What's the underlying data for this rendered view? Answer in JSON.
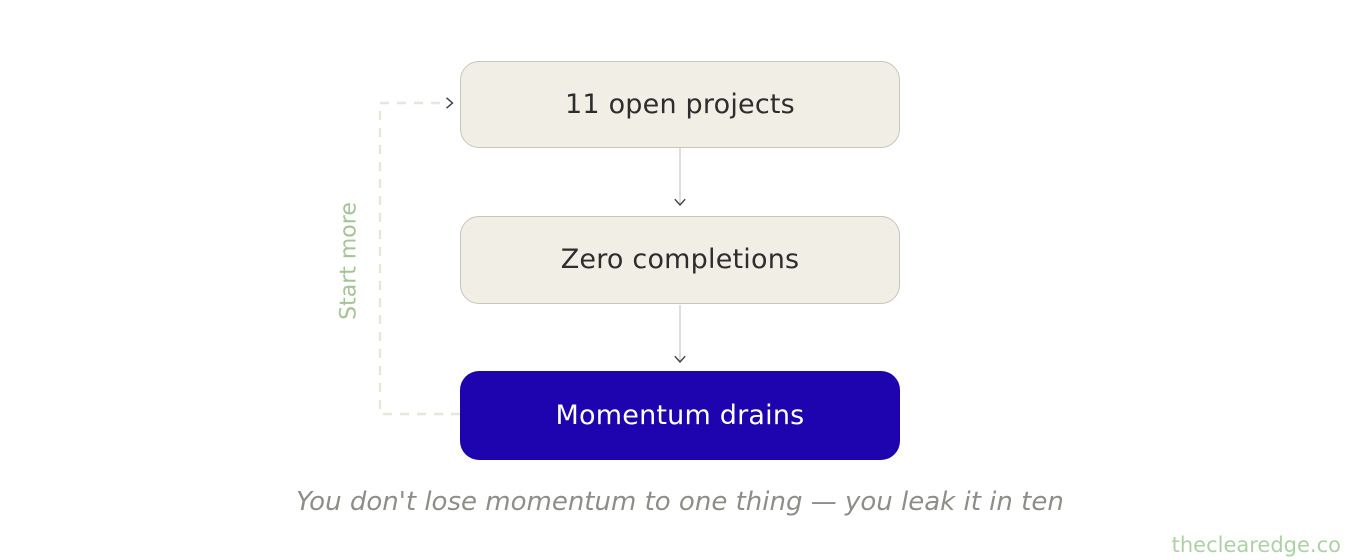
{
  "flow": {
    "nodes": [
      {
        "label": "11 open projects",
        "highlight": false
      },
      {
        "label": "Zero completions",
        "highlight": false
      },
      {
        "label": "Momentum drains",
        "highlight": true
      }
    ],
    "edges": [
      {
        "from": "11 open projects",
        "to": "Zero completions",
        "style": "solid"
      },
      {
        "from": "Zero completions",
        "to": "Momentum drains",
        "style": "solid"
      },
      {
        "from": "Momentum drains",
        "to": "11 open projects",
        "style": "dashed",
        "label": "Start more"
      }
    ],
    "feedback_label": "Start more",
    "caption": "You don't lose momentum to one thing — you leak it in ten",
    "watermark": "theclearedge.co"
  },
  "colors": {
    "background": "#ffffff",
    "node_fill": "#f1eee6",
    "node_border": "#c7c5bd",
    "node_text": "#2d2d2d",
    "highlight_fill": "#1e04ae",
    "highlight_text": "#ffffff",
    "arrow_line": "#d8d6d0",
    "arrowhead": "#3c3c3c",
    "dashed_line": "#e7e5dc",
    "feedback_text": "#a6c297",
    "caption_text": "#8e8e88",
    "watermark_text": "#aed0a6"
  }
}
